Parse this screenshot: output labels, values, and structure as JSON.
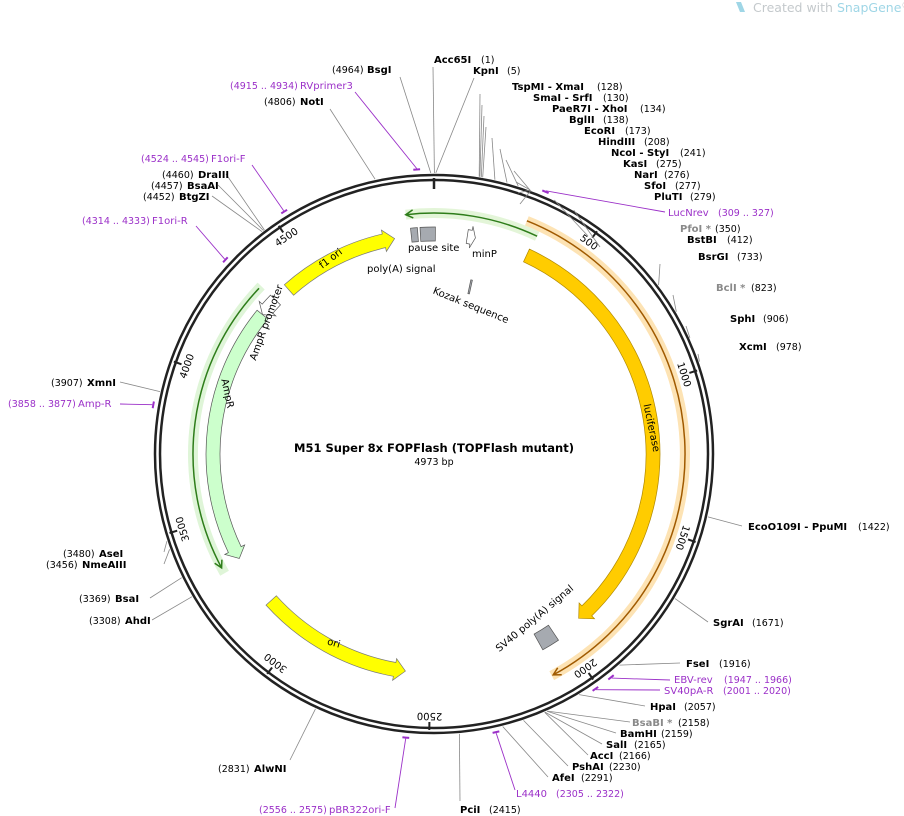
{
  "brand": {
    "prefix": "Created with ",
    "name": "SnapGene",
    "mark": "®"
  },
  "title": "M51 Super 8x FOPFlash (TOPFlash mutant)",
  "size_label": "4973 bp",
  "total_bp": 4973,
  "ticks": [
    "500",
    "1000",
    "1500",
    "2000",
    "2500",
    "3000",
    "3500",
    "4000",
    "4500"
  ],
  "colors": {
    "luciferase": "#ffcc00",
    "ori": "#ffff00",
    "ampr": "#ccffcc",
    "signal": "#a6aab0",
    "primer": "#9b30c8",
    "backbone": "#222222"
  },
  "sites": [
    {
      "name": "Acc65I",
      "pos": "(1)"
    },
    {
      "name": "KpnI",
      "pos": "(5)"
    },
    {
      "name": "BsgI",
      "pos": "(4964)"
    },
    {
      "name": "NotI",
      "pos": "(4806)"
    },
    {
      "name": "TspMI",
      "name2": "XmaI",
      "pos": "(128)"
    },
    {
      "name": "SmaI",
      "name2": "SrfI",
      "pos": "(130)"
    },
    {
      "name": "PaeR7I",
      "name2": "XhoI",
      "pos": "(134)"
    },
    {
      "name": "BglII",
      "pos": "(138)"
    },
    {
      "name": "EcoRI",
      "pos": "(173)"
    },
    {
      "name": "HindIII",
      "pos": "(208)"
    },
    {
      "name": "NcoI",
      "name2": "StyI",
      "pos": "(241)"
    },
    {
      "name": "KasI",
      "pos": "(275)"
    },
    {
      "name": "NarI",
      "pos": "(276)"
    },
    {
      "name": "SfoI",
      "pos": "(277)"
    },
    {
      "name": "PluTI",
      "pos": "(279)"
    },
    {
      "name": "PfoI *",
      "pos": "(350)"
    },
    {
      "name": "BstBI",
      "pos": "(412)"
    },
    {
      "name": "BsrGI",
      "pos": "(733)"
    },
    {
      "name": "BclI *",
      "pos": "(823)"
    },
    {
      "name": "SphI",
      "pos": "(906)"
    },
    {
      "name": "XcmI",
      "pos": "(978)"
    },
    {
      "name": "EcoO109I",
      "name2": "PpuMI",
      "pos": "(1422)"
    },
    {
      "name": "SgrAI",
      "pos": "(1671)"
    },
    {
      "name": "FseI",
      "pos": "(1916)"
    },
    {
      "name": "HpaI",
      "pos": "(2057)"
    },
    {
      "name": "BsaBI *",
      "pos": "(2158)"
    },
    {
      "name": "BamHI",
      "pos": "(2159)"
    },
    {
      "name": "SalI",
      "pos": "(2165)"
    },
    {
      "name": "AccI",
      "pos": "(2166)"
    },
    {
      "name": "PshAI",
      "pos": "(2230)"
    },
    {
      "name": "AfeI",
      "pos": "(2291)"
    },
    {
      "name": "PciI",
      "pos": "(2415)"
    },
    {
      "name": "AlwNI",
      "pos": "(2831)"
    },
    {
      "name": "AhdI",
      "pos": "(3308)"
    },
    {
      "name": "BsaI",
      "pos": "(3369)"
    },
    {
      "name": "AseI",
      "pos": "(3480)"
    },
    {
      "name": "NmeAIII",
      "pos": "(3456)"
    },
    {
      "name": "XmnI",
      "pos": "(3907)"
    },
    {
      "name": "BtgZI",
      "pos": "(4452)"
    },
    {
      "name": "BsaAI",
      "pos": "(4457)"
    },
    {
      "name": "DraIII",
      "pos": "(4460)"
    }
  ],
  "primers": [
    {
      "name": "RVprimer3",
      "range": "(4915 .. 4934)"
    },
    {
      "name": "F1ori-F",
      "range": "(4524 .. 4545)"
    },
    {
      "name": "F1ori-R",
      "range": "(4314 .. 4333)"
    },
    {
      "name": "Amp-R",
      "range": "(3858 .. 3877)"
    },
    {
      "name": "LucNrev",
      "range": "(309 .. 327)"
    },
    {
      "name": "EBV-rev",
      "range": "(1947 .. 1966)"
    },
    {
      "name": "SV40pA-R",
      "range": "(2001 .. 2020)"
    },
    {
      "name": "L4440",
      "range": "(2305 .. 2322)"
    },
    {
      "name": "pBR322ori-F",
      "range": "(2556 .. 2575)"
    }
  ],
  "features": {
    "luciferase": "luciferase",
    "sv40": "SV40 poly(A) signal",
    "ori": "ori",
    "ampr": "AmpR",
    "ampr_promoter": "AmpR promoter",
    "f1_ori": "f1 ori",
    "polya": "poly(A) signal",
    "pause": "pause site",
    "minp": "minP",
    "kozak": "Kozak sequence"
  }
}
